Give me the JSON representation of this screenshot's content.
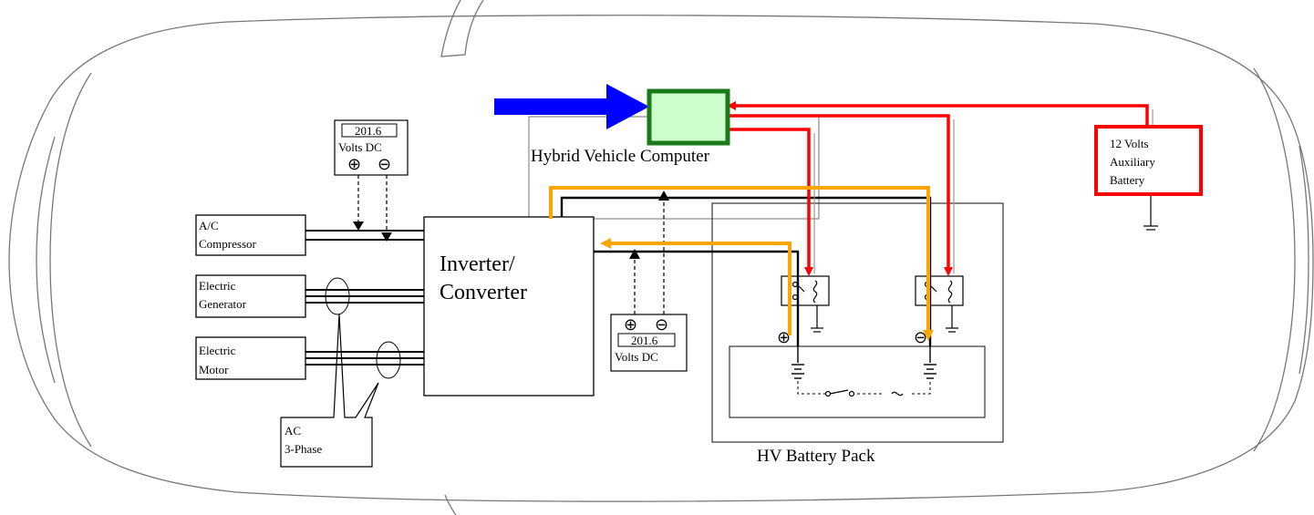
{
  "labels": {
    "ac_compressor": [
      "A/C",
      "Compressor"
    ],
    "electric_generator": [
      "Electric",
      "Generator"
    ],
    "electric_motor": [
      "Electric",
      "Motor"
    ],
    "ac_3phase": [
      "AC",
      "3-Phase"
    ],
    "inverter": [
      "Inverter/",
      "Converter"
    ],
    "hv_computer": "Hybrid Vehicle Computer",
    "hv_battery_pack": "HV Battery Pack",
    "aux_battery": [
      "12 Volts",
      "Auxiliary",
      "Battery"
    ],
    "meter_top": {
      "value": "201.6",
      "unit": "Volts DC",
      "plus": "⊕",
      "minus": "⊖"
    },
    "meter_bottom": {
      "value": "201.6",
      "unit": "Volts DC",
      "plus": "⊕",
      "minus": "⊖"
    },
    "batt_plus": "⊕",
    "batt_minus": "⊖"
  },
  "colors": {
    "blue_arrow": "#0000ff",
    "computer_fill": "#ccffcc",
    "computer_border": "#1a7a1a",
    "red": "#ff0000",
    "orange": "#ffa500"
  }
}
